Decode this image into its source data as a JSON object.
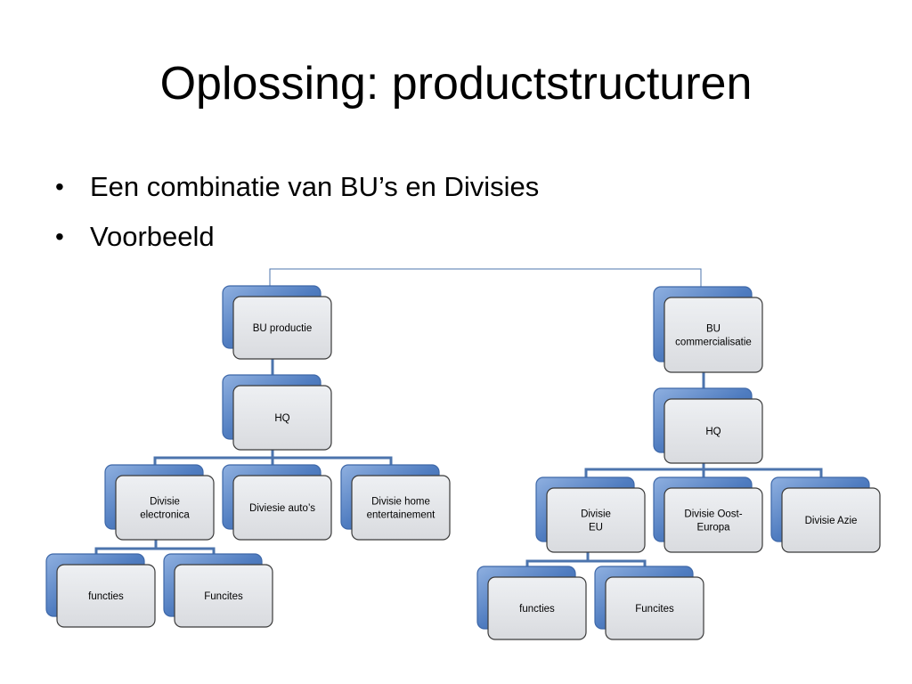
{
  "slide": {
    "title": "Oplossing: productstructuren",
    "bullets": [
      "Een combinatie van BU’s en Divisies",
      "Voorbeeld"
    ]
  },
  "org_chart": {
    "colors": {
      "connector": "#4c74ad",
      "node_back": "#4f7cc0",
      "node_front": "#e6e7ea"
    },
    "left": {
      "bu": [
        "BU productie"
      ],
      "hq": [
        "HQ"
      ],
      "divisions": [
        [
          "Divisie",
          "electronica"
        ],
        [
          "Diviesie auto’s"
        ],
        [
          "Divisie home",
          "entertainement"
        ]
      ],
      "sub_units": [
        [
          "functies"
        ],
        [
          "Funcites"
        ]
      ]
    },
    "right": {
      "bu": [
        "BU",
        "commercialisatie"
      ],
      "hq": [
        "HQ"
      ],
      "divisions": [
        [
          "Divisie",
          "EU"
        ],
        [
          "Divisie Oost-",
          "Europa"
        ],
        [
          "Divisie Azie"
        ]
      ],
      "sub_units": [
        [
          "functies"
        ],
        [
          "Funcites"
        ]
      ]
    }
  }
}
